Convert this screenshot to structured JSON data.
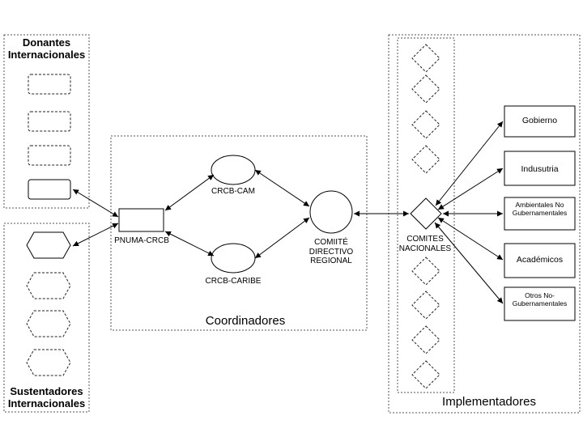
{
  "panels": {
    "donors_title": "Donantes\nInternacionales",
    "sustainers_title": "Sustentadores\nInternacionales",
    "coordinators_title": "Coordinadores",
    "implementers_title": "Implementadores"
  },
  "nodes": {
    "pnuma": "PNUMA-CRCB",
    "crcb_cam": "CRCB-CAM",
    "crcb_caribe": "CRCB-CARIBE",
    "comite_directivo": "COMIITÉ\nDIRECTIVO\nREGIONAL",
    "comites_nacionales": "COMITES\nNACIONALES"
  },
  "implementers": [
    {
      "label": "Gobierno"
    },
    {
      "label": "Indusutria"
    },
    {
      "label": "Ambientales No\nGubernamentales"
    },
    {
      "label": "Académicos"
    },
    {
      "label": "Otros No-\nGubernamentales"
    }
  ]
}
